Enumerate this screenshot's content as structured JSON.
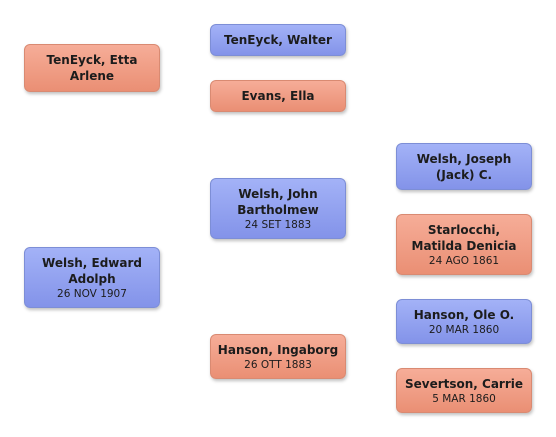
{
  "people": {
    "etta": {
      "name": "TenEyck, Etta Arlene",
      "date": ""
    },
    "walter": {
      "name": "TenEyck, Walter",
      "date": ""
    },
    "ella": {
      "name": "Evans, Ella",
      "date": ""
    },
    "edward": {
      "name": "Welsh, Edward Adolph",
      "date": "26 NOV 1907"
    },
    "john": {
      "name": "Welsh, John Bartholmew",
      "date": "24 SET 1883"
    },
    "joseph": {
      "name": "Welsh, Joseph (Jack) C.",
      "date": ""
    },
    "matilda": {
      "name": "Starlocchi, Matilda Denicia",
      "date": "24 AGO 1861"
    },
    "ingaborg": {
      "name": "Hanson, Ingaborg",
      "date": "26 OTT 1883"
    },
    "ole": {
      "name": "Hanson, Ole O.",
      "date": "20 MAR 1860"
    },
    "carrie": {
      "name": "Severtson, Carrie",
      "date": "5 MAR 1860"
    }
  },
  "colors": {
    "male": "#8f9ff0",
    "female": "#f0a088"
  }
}
